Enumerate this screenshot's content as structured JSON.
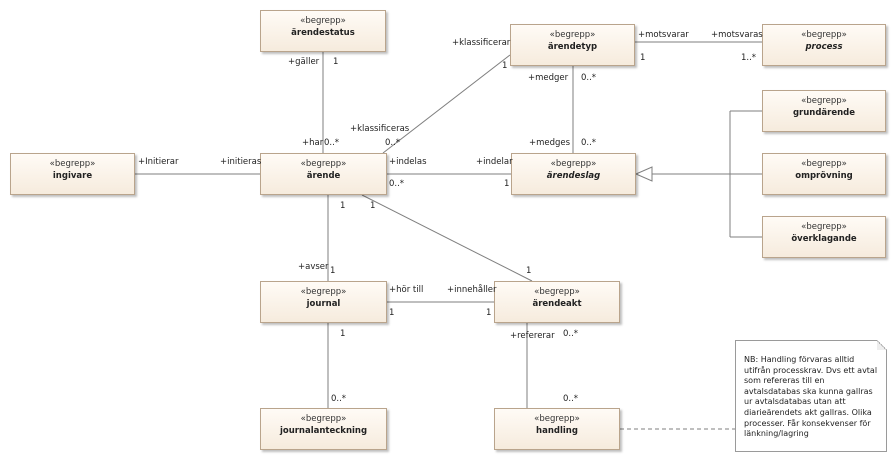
{
  "diagram": {
    "boxes": {
      "arendestatus": {
        "stereotype": "«begrepp»",
        "name": "ärendestatus"
      },
      "arendetyp": {
        "stereotype": "«begrepp»",
        "name": "ärendetyp"
      },
      "process": {
        "stereotype": "«begrepp»",
        "name": "process"
      },
      "grundarende": {
        "stereotype": "«begrepp»",
        "name": "grundärende"
      },
      "ingivare": {
        "stereotype": "«begrepp»",
        "name": "ingivare"
      },
      "arende": {
        "stereotype": "«begrepp»",
        "name": "ärende"
      },
      "arendeslag": {
        "stereotype": "«begrepp»",
        "name": "ärendeslag"
      },
      "omprovning": {
        "stereotype": "«begrepp»",
        "name": "omprövning"
      },
      "overklagande": {
        "stereotype": "«begrepp»",
        "name": "överklagande"
      },
      "journal": {
        "stereotype": "«begrepp»",
        "name": "journal"
      },
      "arendeakt": {
        "stereotype": "«begrepp»",
        "name": "ärendeakt"
      },
      "journalanteckning": {
        "stereotype": "«begrepp»",
        "name": "journalanteckning"
      },
      "handling": {
        "stereotype": "«begrepp»",
        "name": "handling"
      }
    },
    "labels": {
      "galler": "+gäller",
      "galler_mult": "1",
      "har": "+har",
      "har_mult": "0..*",
      "klassificerar": "+klassificerar",
      "klassificerar_mult": "1",
      "klassificeras": "+klassificeras",
      "klassificeras_mult": "0..*",
      "motsvarar": "+motsvarar",
      "motsvarar_mult": "1",
      "motsvaras": "+motsvaras",
      "motsvaras_mult": "1..*",
      "medger": "+medger",
      "medger_mult": "0..*",
      "medges": "+medges",
      "medges_mult": "0..*",
      "initierar": "+Initierar",
      "initieras": "+initieras",
      "indelas": "+indelas",
      "indelas_mult": "0..*",
      "indelar": "+indelar",
      "indelar_mult": "1",
      "arende_mult_1": "1",
      "arende_mult_2": "1",
      "avser": "+avser",
      "avser_mult": "1",
      "arendeakt_mult_top": "1",
      "hor_till": "+hör till",
      "hor_till_mult": "1",
      "innehaller": "+innehåller",
      "innehaller_mult": "1",
      "journal_mult_bottom": "1",
      "journalanteckning_mult": "0..*",
      "refererar": "+refererar",
      "refererar_mult": "0..*",
      "handling_mult": "0..*"
    },
    "note": "NB: Handling förvaras alltid utifrån processkrav. Dvs ett avtal som refereras till en avtalsdatabas ska kunna gallras ur avtalsdatabas utan att diarieärendets akt gallras. Olika processer. Får konsekvenser för länkning/lagring"
  }
}
